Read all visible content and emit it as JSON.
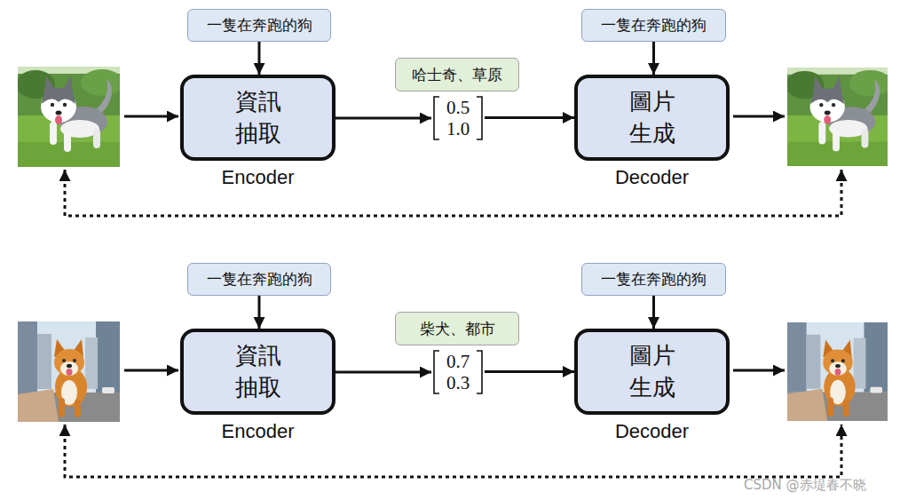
{
  "diagram": {
    "nodes": [
      {
        "text": [
          "一隻在奔跑的狗"
        ]
      },
      {
        "text": [
          "資訊 抽取",
          "Encoder"
        ]
      },
      {
        "text": [
          "哈士奇、草原"
        ]
      },
      {
        "text": [
          "0.5 1.0"
        ]
      },
      {
        "text": [
          "一隻在奔跑的狗"
        ]
      },
      {
        "text": [
          "圖片 生成",
          "Decoder"
        ]
      },
      {
        "text": [
          "一隻在奔跑的狗"
        ]
      },
      {
        "text": [
          "資訊 抽取",
          "Encoder"
        ]
      },
      {
        "text": [
          "柴犬、都市"
        ]
      },
      {
        "text": [
          "0.7 0.3"
        ]
      },
      {
        "text": [
          "一隻在奔跑的狗"
        ]
      },
      {
        "text": [
          "圖片 生成",
          "Decoder"
        ]
      }
    ],
    "edges": [
      {
        "from": 0,
        "to": 1,
        "arrow": "to"
      },
      {
        "from": 1,
        "to": 3,
        "arrow": "to"
      },
      {
        "from": 3,
        "to": 5,
        "arrow": "to"
      },
      {
        "from": 4,
        "to": 5,
        "arrow": "to"
      },
      {
        "from": 6,
        "to": 7,
        "arrow": "to"
      },
      {
        "from": 7,
        "to": 9,
        "arrow": "to"
      },
      {
        "from": 9,
        "to": 11,
        "arrow": "to"
      },
      {
        "from": 10,
        "to": 11,
        "arrow": "to"
      }
    ],
    "labels": [
      "CSDN @赤堤春不晓"
    ]
  }
}
